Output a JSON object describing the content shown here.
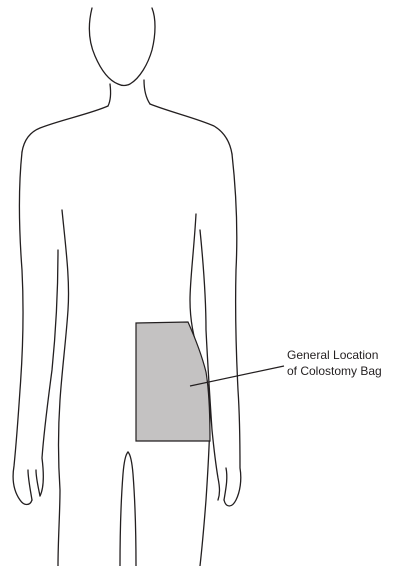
{
  "diagram": {
    "annotation": {
      "line1": "General Location",
      "line2": "of Colostomy Bag"
    },
    "colors": {
      "outline": "#231f20",
      "bag_fill": "#c4c2c2",
      "background": "#ffffff"
    },
    "icons": [
      "human-body-outline",
      "colostomy-bag-rect",
      "leader-line"
    ]
  }
}
